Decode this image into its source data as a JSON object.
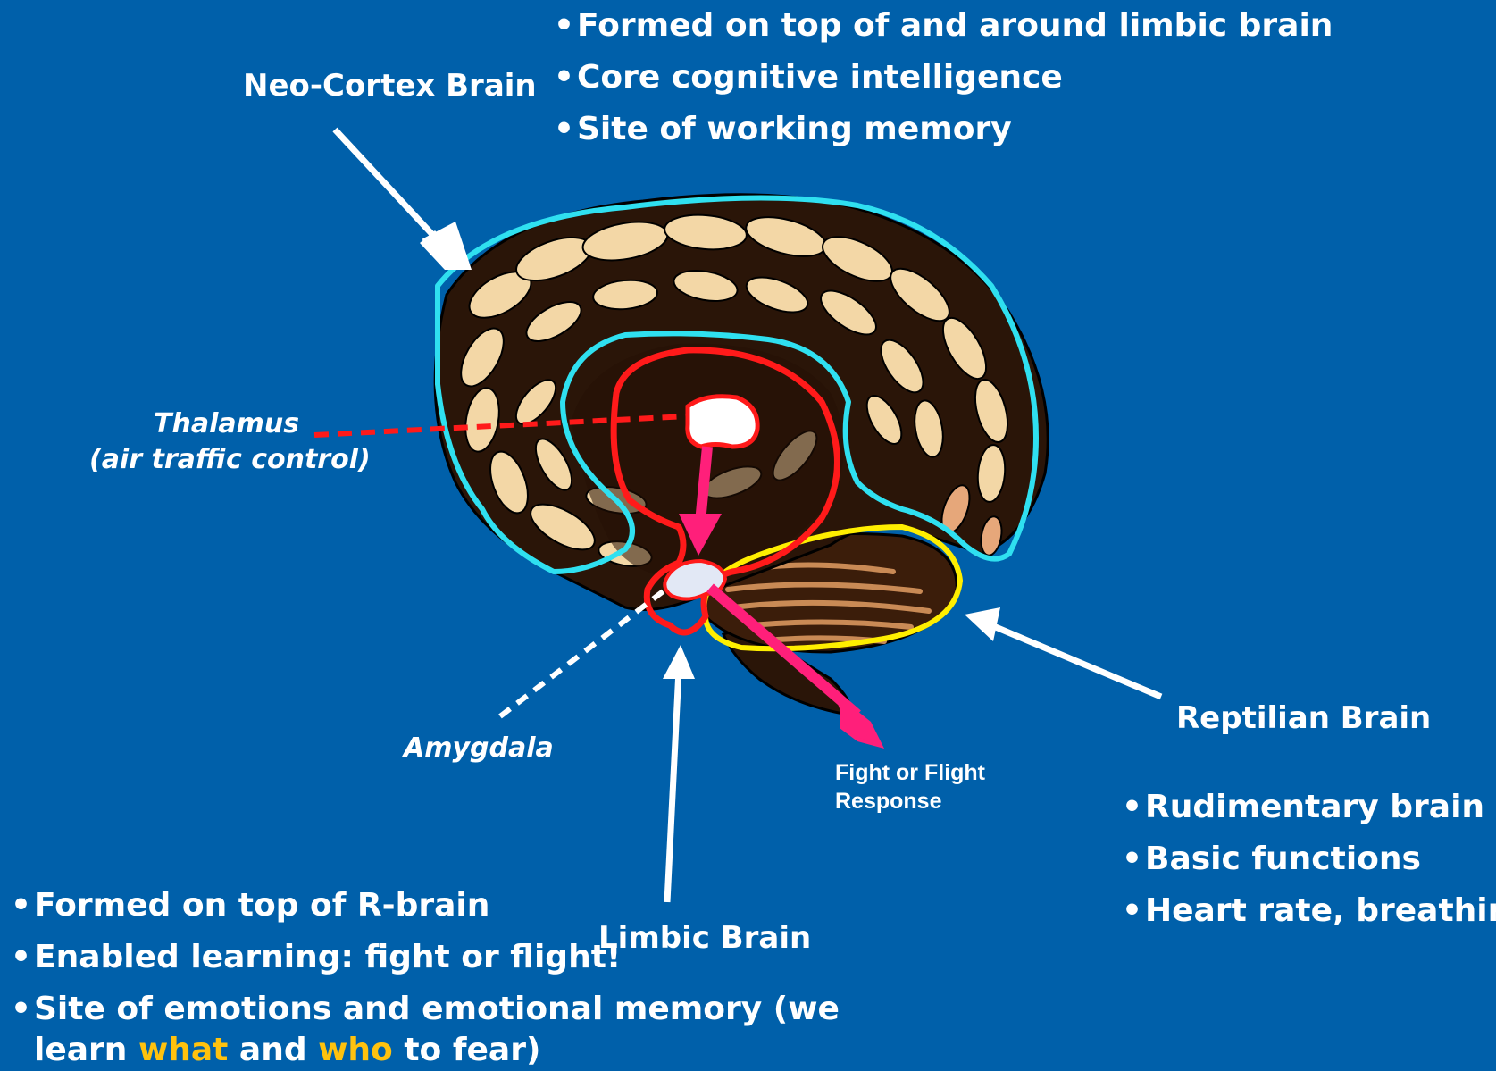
{
  "neocortex": {
    "label": "Neo-Cortex Brain",
    "bullets": [
      "Formed on top of and around limbic brain",
      "Core cognitive intelligence",
      "Site of working memory"
    ]
  },
  "thalamus": {
    "label": "Thalamus",
    "sublabel": "(air traffic control)"
  },
  "amygdala": {
    "label": "Amygdala"
  },
  "fight_flight": {
    "line1": "Fight or Flight",
    "line2": "Response"
  },
  "reptilian": {
    "label": "Reptilian Brain",
    "bullets": [
      "Rudimentary brain",
      "Basic functions",
      "Heart rate, breathing"
    ]
  },
  "limbic": {
    "label": "Limbic Brain",
    "bullets": [
      "Formed on top of R-brain",
      "Enabled learning: fight or flight!",
      "Site of emotions and emotional memory (we"
    ],
    "bullet3_line2_a": "learn",
    "bullet3_line2_what": "what",
    "bullet3_line2_and": "and",
    "bullet3_line2_who": "who",
    "bullet3_line2_b": "to fear)"
  },
  "colors": {
    "background": "#0060aa",
    "neocortex_outline": "#2fe0f0",
    "limbic_outline": "#ff1a1a",
    "reptilian_outline": "#ffee00",
    "flow_arrow": "#ff1f7a",
    "highlight": "#ffc20e"
  }
}
